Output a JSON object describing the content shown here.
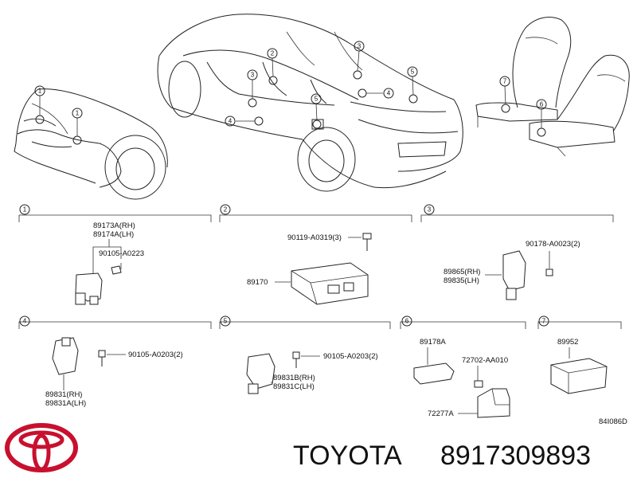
{
  "callouts": {
    "c1": "1",
    "c2": "2",
    "c3": "3",
    "c4": "4",
    "c5": "5",
    "c6": "6",
    "c7": "7"
  },
  "sections": {
    "s1": {
      "number": "1",
      "labels": [
        "89173A(RH)",
        "89174A(LH)",
        "90105-A0223"
      ]
    },
    "s2": {
      "number": "2",
      "labels": [
        "90119-A0319(3)",
        "89170"
      ]
    },
    "s3": {
      "number": "3",
      "labels": [
        "90178-A0023(2)",
        "89865(RH)",
        "89835(LH)"
      ]
    },
    "s4": {
      "number": "4",
      "labels": [
        "90105-A0203(2)",
        "89831(RH)",
        "89831A(LH)"
      ]
    },
    "s5": {
      "number": "5",
      "labels": [
        "90105-A0203(2)",
        "89831B(RH)",
        "89831C(LH)"
      ]
    },
    "s6": {
      "number": "6",
      "labels": [
        "89178A",
        "72702-AA010",
        "72277A"
      ]
    },
    "s7": {
      "number": "7",
      "labels": [
        "89952"
      ]
    }
  },
  "diagram_code": "84I086D",
  "footer": {
    "brand": "TOYOTA",
    "part_number": "8917309893"
  },
  "colors": {
    "logo": "#c8102e",
    "line": "#222222"
  }
}
